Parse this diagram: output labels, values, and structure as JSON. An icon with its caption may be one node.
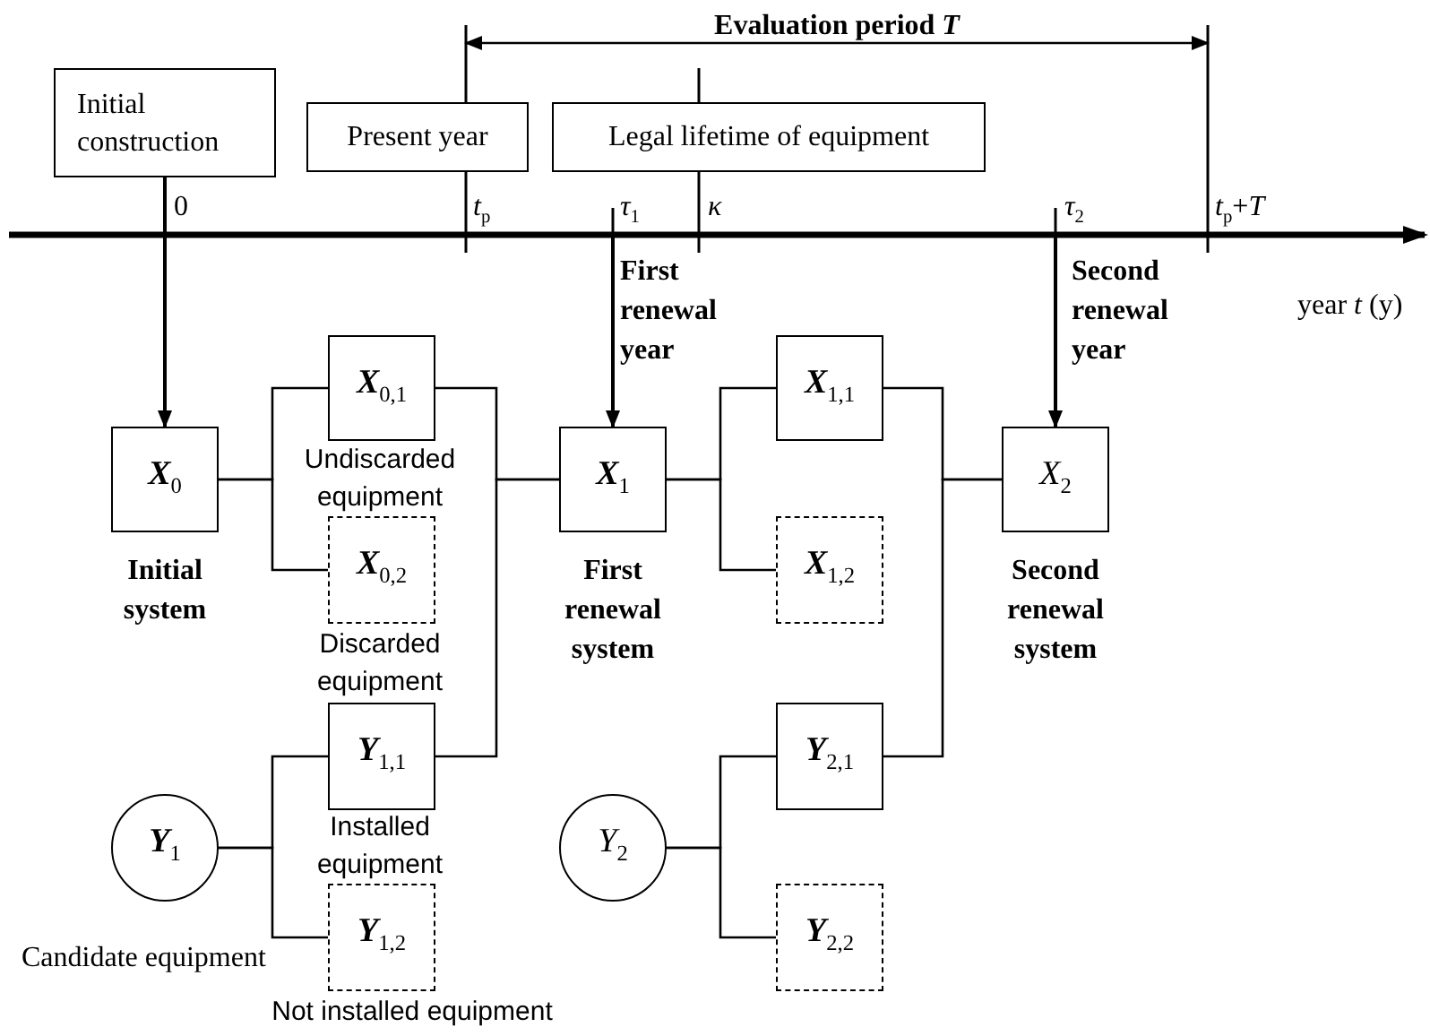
{
  "diagram": {
    "nodes": [
      {
        "text": [
          "Initial construction"
        ]
      },
      {
        "text": [
          "Present year"
        ]
      },
      {
        "text": [
          "Legal lifetime of equipment"
        ]
      },
      {
        "text": [
          "**X**$_{0}$"
        ],
        "beside": [
          "Initial system"
        ]
      },
      {
        "text": [
          "**X**$_{0,1}$"
        ],
        "beside": [
          "Undiscarded equipment"
        ]
      },
      {
        "text": [
          "**X**$_{0,2}$"
        ],
        "beside": [
          "Discarded equipment"
        ]
      },
      {
        "text": [
          "**X**$_{1}$"
        ],
        "beside": [
          "First renewal system"
        ]
      },
      {
        "text": [
          "**X**$_{1,1}$"
        ]
      },
      {
        "text": [
          "**X**$_{1,2}$"
        ]
      },
      {
        "text": [
          "X$_{2}$"
        ],
        "beside": [
          "Second renewal system"
        ]
      },
      {
        "text": [
          "**Y**$_{1}$"
        ],
        "beside": [
          "Candidate equipment"
        ]
      },
      {
        "text": [
          "**Y**$_{1,1}$"
        ],
        "beside": [
          "Installed equipment"
        ]
      },
      {
        "text": [
          "**Y**$_{1,2}$"
        ],
        "beside": [
          "Not installed equipment"
        ]
      },
      {
        "text": [
          "Y$_{2}$"
        ]
      },
      {
        "text": [
          "**Y**$_{2,1}$"
        ]
      },
      {
        "text": [
          "**Y**$_{2,2}$"
        ]
      }
    ],
    "edges": [
      {
        "from": 0,
        "to": 3,
        "arrow": "to"
      },
      {
        "from": null,
        "to": 6,
        "arrow": "to"
      },
      {
        "from": null,
        "to": 9,
        "arrow": "to"
      },
      {
        "from": 3,
        "to": 4,
        "arrow": "none"
      },
      {
        "from": 3,
        "to": 5,
        "arrow": "none"
      },
      {
        "from": 4,
        "to": 6,
        "arrow": "none"
      },
      {
        "from": 11,
        "to": 6,
        "arrow": "none"
      },
      {
        "from": 6,
        "to": 7,
        "arrow": "none"
      },
      {
        "from": 6,
        "to": 8,
        "arrow": "none"
      },
      {
        "from": 7,
        "to": 9,
        "arrow": "none"
      },
      {
        "from": 14,
        "to": 9,
        "arrow": "none"
      },
      {
        "from": 10,
        "to": 11,
        "arrow": "none"
      },
      {
        "from": 10,
        "to": 12,
        "arrow": "none"
      },
      {
        "from": 13,
        "to": 14,
        "arrow": "none"
      },
      {
        "from": 13,
        "to": 15,
        "arrow": "none"
      }
    ],
    "labels": [
      "Evaluation period *T*",
      "0",
      "*t*$_{p}$",
      "*τ*$_{1}$",
      "*κ*",
      "*τ*$_{2}$",
      "*t*$_{p}$+*T*",
      "First renewal year",
      "Second renewal year",
      "year *t* (y)"
    ]
  }
}
